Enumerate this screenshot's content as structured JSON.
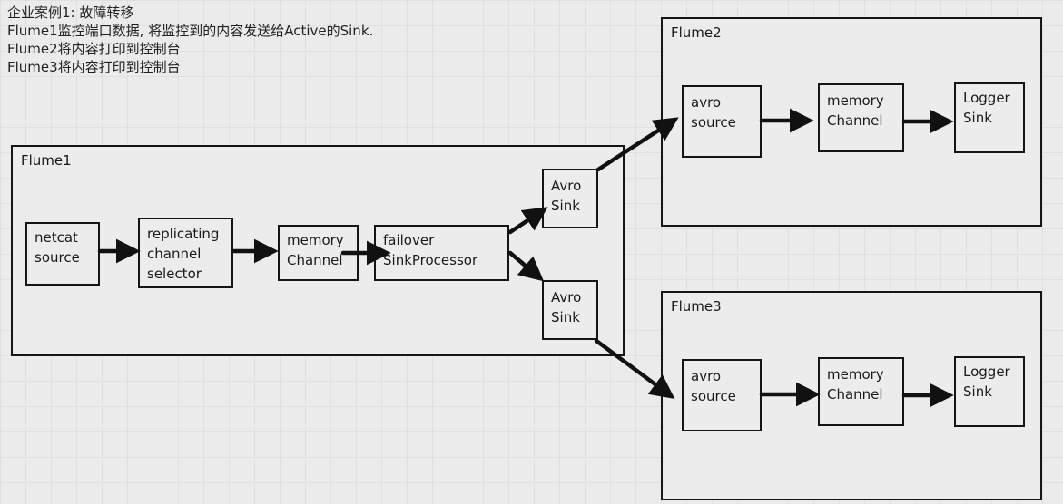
{
  "notes": {
    "title": "企业案例1: 故障转移",
    "lines": [
      "Flume1监控端口数据, 将监控到的内容发送给Active的Sink.",
      "Flume2将内容打印到控制台",
      "Flume3将内容打印到控制台"
    ]
  },
  "frames": {
    "flume1": {
      "title": "Flume1",
      "nodes": {
        "netcat": [
          "netcat",
          "source"
        ],
        "selector": [
          "replicating",
          "channel",
          "selector"
        ],
        "channel": [
          "memory",
          "Channel"
        ],
        "processor": [
          "failover",
          "SinkProcessor"
        ],
        "sink1": [
          "Avro",
          "Sink"
        ],
        "sink2": [
          "Avro",
          "Sink"
        ]
      }
    },
    "flume2": {
      "title": "Flume2",
      "nodes": {
        "source": [
          "avro",
          "source"
        ],
        "channel": [
          "memory",
          "Channel"
        ],
        "sink": [
          "Logger",
          "Sink"
        ]
      }
    },
    "flume3": {
      "title": "Flume3",
      "nodes": {
        "source": [
          "avro",
          "source"
        ],
        "channel": [
          "memory",
          "Channel"
        ],
        "sink": [
          "Logger",
          "Sink"
        ]
      }
    }
  },
  "edges": [
    {
      "from": "flume1.netcat",
      "to": "flume1.selector"
    },
    {
      "from": "flume1.selector",
      "to": "flume1.channel"
    },
    {
      "from": "flume1.channel",
      "to": "flume1.processor"
    },
    {
      "from": "flume1.processor",
      "to": "flume1.sink1"
    },
    {
      "from": "flume1.processor",
      "to": "flume1.sink2"
    },
    {
      "from": "flume1.sink1",
      "to": "flume2.source"
    },
    {
      "from": "flume1.sink2",
      "to": "flume3.source"
    },
    {
      "from": "flume2.source",
      "to": "flume2.channel"
    },
    {
      "from": "flume2.channel",
      "to": "flume2.sink"
    },
    {
      "from": "flume3.source",
      "to": "flume3.channel"
    },
    {
      "from": "flume3.channel",
      "to": "flume3.sink"
    }
  ]
}
